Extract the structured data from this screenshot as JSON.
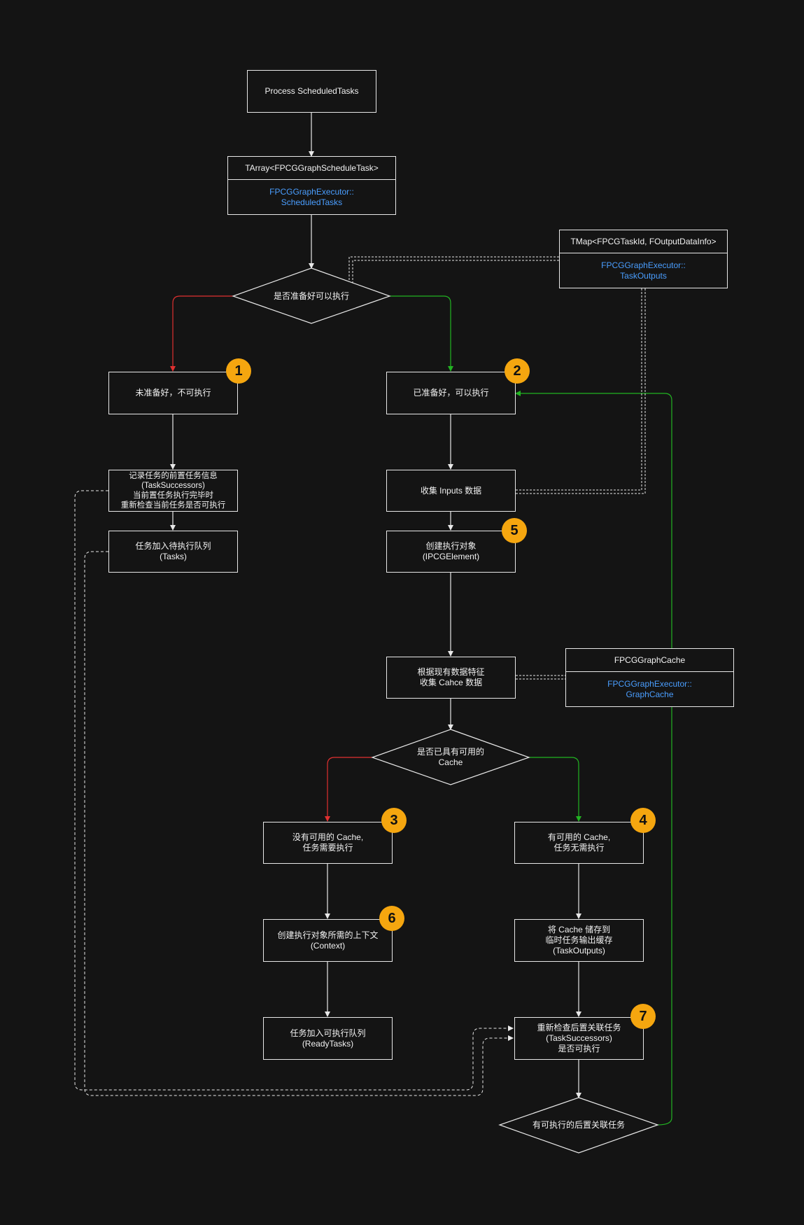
{
  "nodes": {
    "process": "Process ScheduledTasks",
    "not_ready": "未准备好，不可执行",
    "ready": "已准备好，可以执行",
    "record_pre": "记录任务的前置任务信息\n(TaskSuccessors)\n当前置任务执行完毕时\n重新检查当前任务是否可执行",
    "add_wait": "任务加入待执行队列\n(Tasks)",
    "collect_inputs": "收集 Inputs 数据",
    "create_exec": "创建执行对象\n(IPCGElement)",
    "collect_cache": "根据现有数据特征\n收集 Cahce 数据",
    "no_cache": "没有可用的 Cache,\n任务需要执行",
    "has_cache": "有可用的 Cache,\n任务无需执行",
    "create_ctx": "创建执行对象所需的上下文\n(Context)",
    "store_cache": "将 Cache 储存到\n临时任务输出缓存\n(TaskOutputs)",
    "add_ready": "任务加入可执行队列\n(ReadyTasks)",
    "recheck": "重新检查后置关联任务\n(TaskSuccessors)\n是否可执行"
  },
  "tables": {
    "scheduled": {
      "header": "TArray<FPCGGraphScheduleTask>",
      "body": "FPCGGraphExecutor::\nScheduledTasks"
    },
    "outputs": {
      "header": "TMap<FPCGTaskId, FOutputDataInfo>",
      "body": "FPCGGraphExecutor::\nTaskOutputs"
    },
    "cache": {
      "header": "FPCGGraphCache",
      "body": "FPCGGraphExecutor::\nGraphCache"
    }
  },
  "decisions": {
    "is_ready": "是否准备好可以执行",
    "has_cache": "是否已具有可用的\nCache",
    "has_successors": "有可执行的后置关联任务"
  },
  "badges": [
    "1",
    "2",
    "3",
    "4",
    "5",
    "6",
    "7"
  ],
  "colors": {
    "background": "#141414",
    "line": "#e8e8e8",
    "no_branch": "#e03030",
    "yes_branch": "#22b322",
    "link_text": "#4a9eff",
    "badge": "#f5a60f"
  }
}
